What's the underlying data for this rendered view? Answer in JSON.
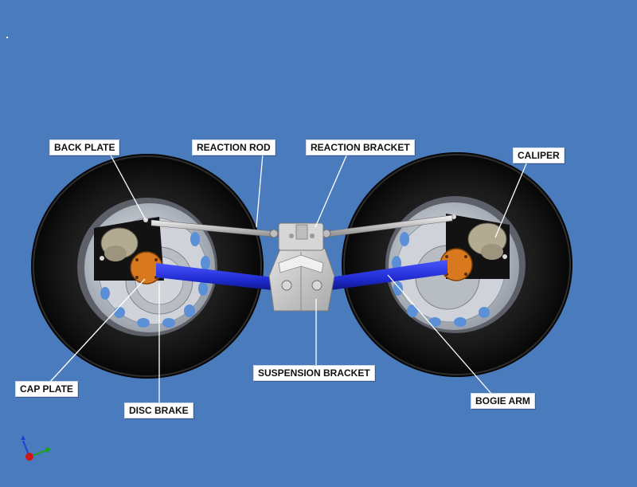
{
  "labels": {
    "back_plate": "BACK PLATE",
    "reaction_rod": "REACTION ROD",
    "reaction_bracket": "REACTION BRACKET",
    "caliper": "CALIPER",
    "cap_plate": "CAP PLATE",
    "disc_brake": "DISC BRAKE",
    "suspension_bracket": "SUSPENSION BRACKET",
    "bogie_arm": "BOGIE ARM"
  },
  "colors": {
    "background": "#4a7bbd",
    "tire": "#141414",
    "bogie_arm": "#1f2bd0",
    "cap_plate": "#d9791f",
    "back_plate": "#121212",
    "suspension_bracket": "#c8c8c8",
    "rim": "#c4c8cf",
    "callout_line": "#ffffff"
  },
  "axis_triad": {
    "icon": "xyz-axis-triad-icon",
    "colors": {
      "x": "#1fa01f",
      "y": "#1f3fd8",
      "z": "#d01515"
    }
  }
}
